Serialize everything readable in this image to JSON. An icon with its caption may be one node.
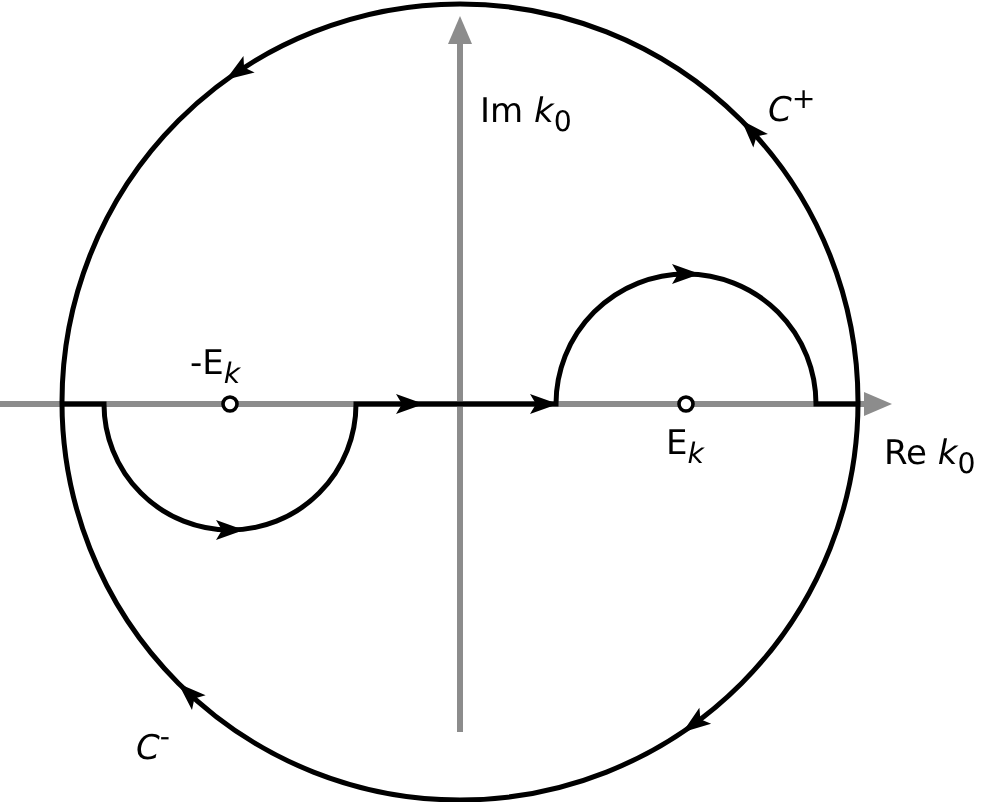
{
  "diagram": {
    "labels": [
      "Im *k*$_{0}$",
      "*C*$^{+}$",
      "-E$_{k}$",
      "E$_{k}$",
      "Re *k*$_{0}$",
      "*C*$^{-}$"
    ]
  }
}
